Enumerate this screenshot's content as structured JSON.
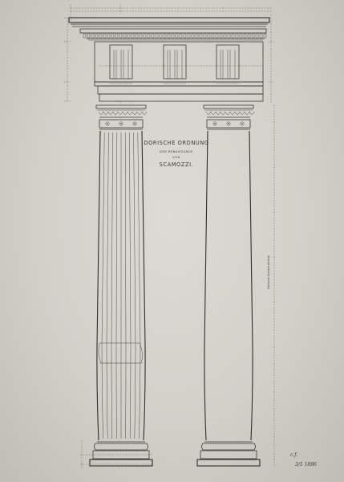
{
  "title": {
    "line1": "DORISCHE ORDNUNG",
    "line2": "DER RENAISSANCE",
    "line3": "VON",
    "line4": "SCAMOZZI."
  },
  "signature": {
    "initials": "c.f.",
    "date": "3/5 1896"
  },
  "side_note": "Entasis Konstruktion",
  "ink_color": "#3b3a36",
  "paper_color": "#d6d5cf"
}
